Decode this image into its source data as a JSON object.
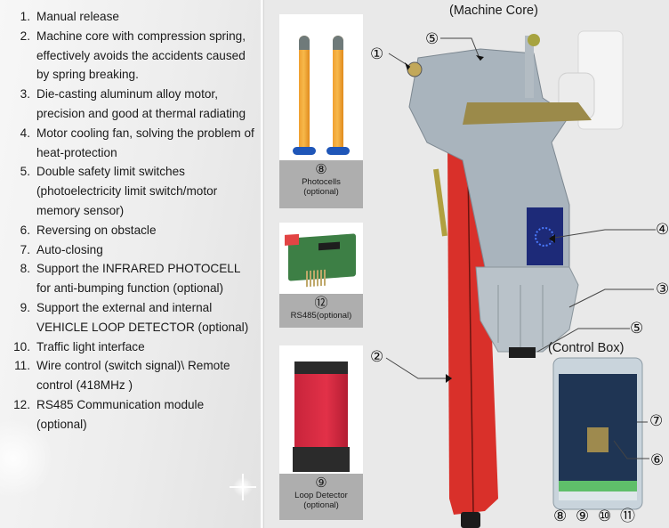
{
  "features": [
    {
      "num": "1.",
      "text": "Manual release"
    },
    {
      "num": "2.",
      "text": "Machine core with compression spring, effectively avoids the accidents caused by spring breaking."
    },
    {
      "num": "3.",
      "text": "Die-casting aluminum alloy motor, precision and good at thermal radiating"
    },
    {
      "num": "4.",
      "text": "Motor cooling fan, solving the problem of heat-protection"
    },
    {
      "num": "5.",
      "text": "Double safety limit switches (photoelectricity limit switch/motor memory sensor)"
    },
    {
      "num": "6.",
      "text": "Reversing on obstacle"
    },
    {
      "num": "7.",
      "text": "Auto-closing"
    },
    {
      "num": "8.",
      "text": "Support the INFRARED PHOTOCELL for anti-bumping function (optional)"
    },
    {
      "num": "9.",
      "text": "Support the external and internal VEHICLE LOOP DETECTOR (optional)"
    },
    {
      "num": "10.",
      "text": "Traffic light interface"
    },
    {
      "num": "11.",
      "text": "Wire control (switch signal)\\ Remote control (418MHz )"
    },
    {
      "num": "12.",
      "text": "RS485 Communication module (optional)"
    }
  ],
  "accessories": {
    "photocells": {
      "marker": "⑧",
      "label": "Photocells",
      "note": "(optional)"
    },
    "rs485": {
      "marker": "⑫",
      "label": "RS485(optional)"
    },
    "loop_detector": {
      "marker": "⑨",
      "label": "Loop Detector",
      "note": "(optional)"
    }
  },
  "diagram": {
    "machine_core_title": "(Machine Core)",
    "control_box_title": "(Control Box)",
    "callouts": {
      "manual_release": "①",
      "spring": "②",
      "motor": "③",
      "fan": "④",
      "limit_switch_top": "⑤",
      "limit_switch_bottom": "⑤",
      "reversing": "⑥",
      "auto_closing": "⑦",
      "photocell_port": "⑧",
      "loop_port": "⑨",
      "traffic_light_port": "⑩",
      "remote_port": "⑪"
    }
  },
  "colors": {
    "housing_red": "#d9302a",
    "housing_grey": "#a9b4bd",
    "fan_blue": "#1d2a78",
    "photocell_orange": "#f2a53a",
    "caption_grey": "#aeaeae"
  }
}
